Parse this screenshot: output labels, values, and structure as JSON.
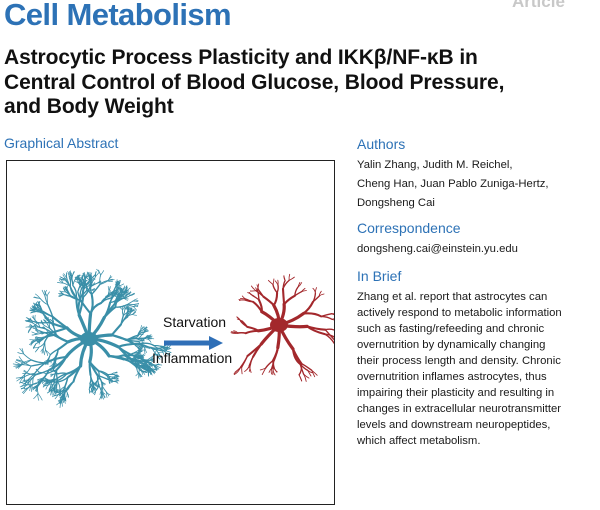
{
  "header": {
    "journal": "Cell Metabolism",
    "article_type": "Article"
  },
  "title_lines": [
    "Astrocytic Process Plasticity and IKKβ/NF-κB in",
    "Central Control of Blood Glucose, Blood Pressure,",
    "and Body Weight"
  ],
  "graphical_abstract": {
    "heading": "Graphical Abstract",
    "label_top": "Starvation",
    "label_bottom": "Inflammation",
    "colors": {
      "left_astrocyte": "#3a8fa8",
      "right_astrocyte": "#a3282c",
      "arrow": "#2f6fb7"
    }
  },
  "authors": {
    "heading": "Authors",
    "lines": [
      "Yalin Zhang, Judith M. Reichel,",
      "Cheng Han, Juan Pablo Zuniga-Hertz,",
      "Dongsheng Cai"
    ]
  },
  "correspondence": {
    "heading": "Correspondence",
    "email": "dongsheng.cai@einstein.yu.edu"
  },
  "in_brief": {
    "heading": "In Brief",
    "lines": [
      "Zhang et al. report that astrocytes can",
      "actively respond to metabolic information",
      "such as fasting/refeeding and chronic",
      "overnutrition by dynamically changing",
      "their process length and density. Chronic",
      "overnutrition inflames astrocytes, thus",
      "impairing their plasticity and resulting in",
      "changes in extracellular neurotransmitter",
      "levels and downstream neuropeptides,",
      "which affect metabolism."
    ]
  }
}
